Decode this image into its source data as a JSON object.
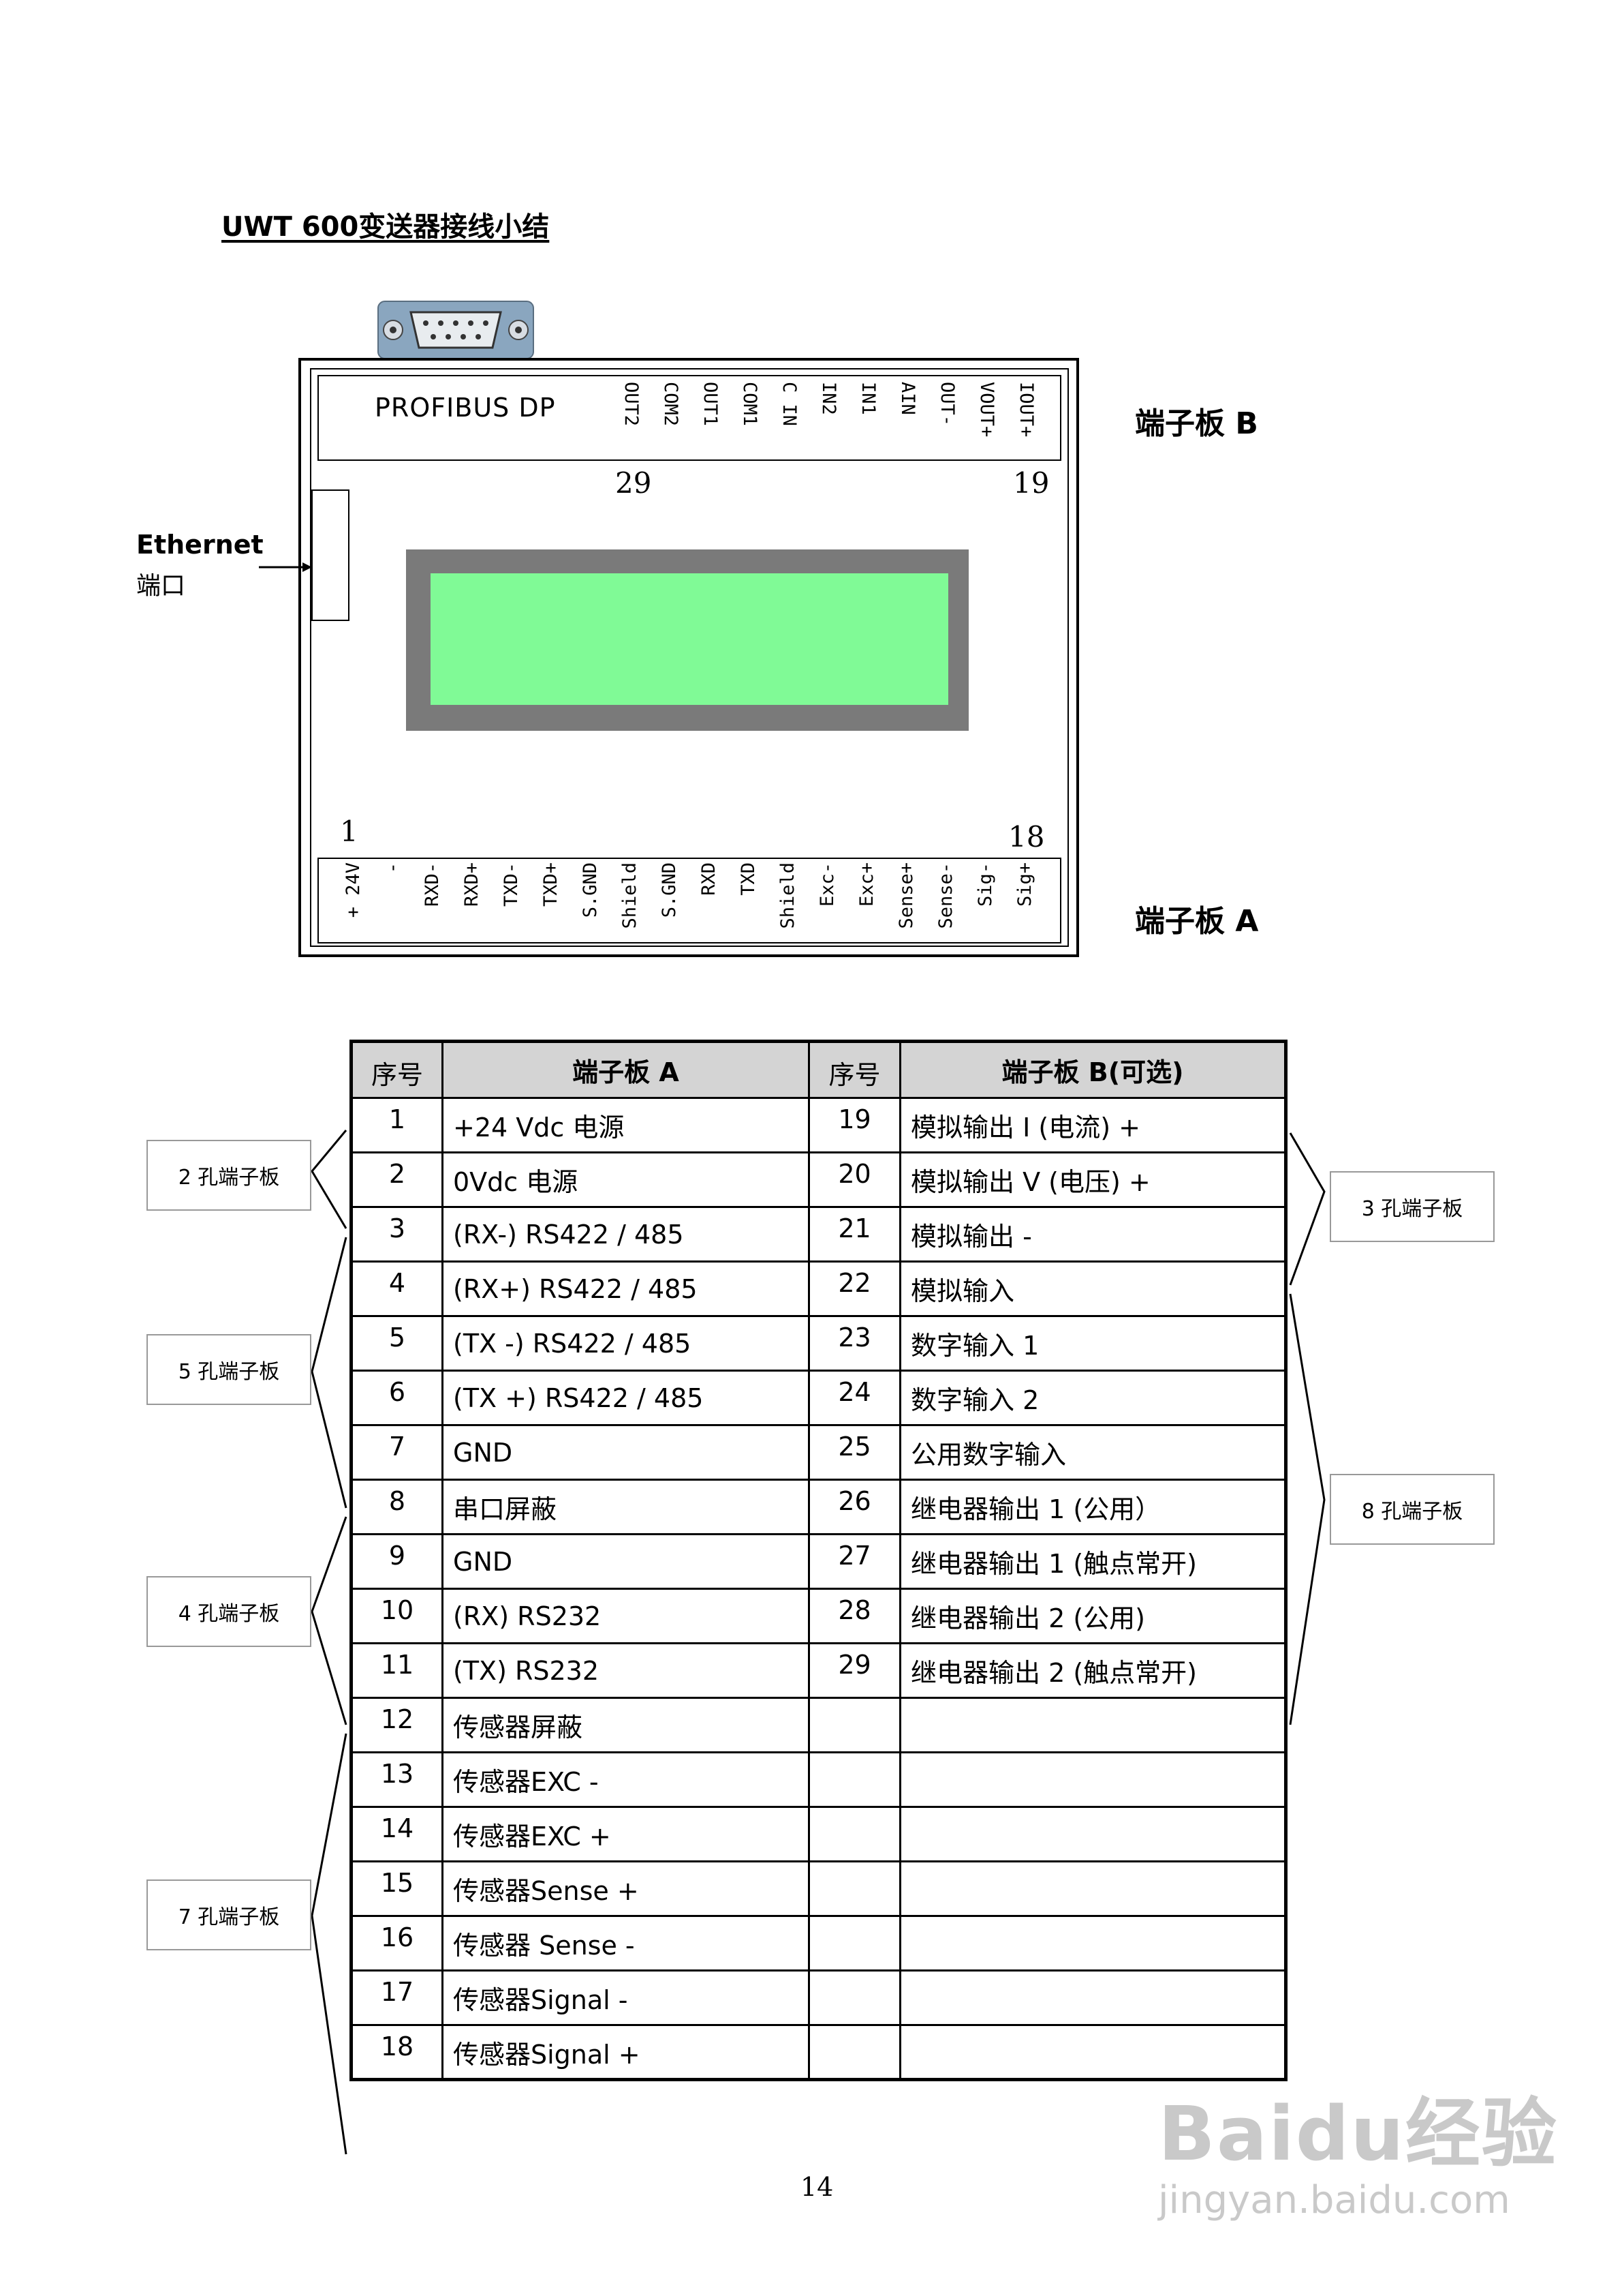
{
  "title": "UWT 600变送器接线小结",
  "device": {
    "profibus_label": "PROFIBUS DP",
    "board_b_pins": [
      "OUT2",
      "COM2",
      "OUT1",
      "COM1",
      "C IN",
      "IN2",
      "IN1",
      "AIN",
      "OUT-",
      "VOUT+",
      "IOUT+"
    ],
    "board_b_left_number": "29",
    "board_b_right_number": "19",
    "board_a_pins": [
      "+ 24V",
      "-",
      "RXD-",
      "RXD+",
      "TXD-",
      "TXD+",
      "S.GND",
      "Shield",
      "S.GND",
      "RXD",
      "TXD",
      "Shield",
      "Exc-",
      "Exc+",
      "Sense+",
      "Sense-",
      "Sig-",
      "Sig+"
    ],
    "board_a_left_number": "1",
    "board_a_right_number": "18",
    "ethernet_label_line1": "Ethernet",
    "ethernet_label_line2": "端口",
    "board_b_label": "端子板 B",
    "board_a_label": "端子板 A",
    "lcd_color": "#80fa96",
    "lcd_frame_color": "#7a7a7a"
  },
  "table": {
    "headers": {
      "num_a": "序号",
      "board_a": "端子板 A",
      "num_b": "序号",
      "board_b": "端子板 B(可选)"
    },
    "rows": [
      {
        "num_a": "1",
        "desc_a": "+24 Vdc   电源",
        "num_b": "19",
        "desc_b": "模拟输出 I (电流) +"
      },
      {
        "num_a": "2",
        "desc_a": "0Vdc        电源",
        "num_b": "20",
        "desc_b": "模拟输出 V (电压) +"
      },
      {
        "num_a": "3",
        "desc_a": "(RX-) RS422 / 485",
        "num_b": "21",
        "desc_b": "模拟输出  -"
      },
      {
        "num_a": "4",
        "desc_a": "(RX+) RS422 / 485",
        "num_b": "22",
        "desc_b": "模拟输入"
      },
      {
        "num_a": "5",
        "desc_a": "(TX -) RS422 / 485",
        "num_b": "23",
        "desc_b": "数字输入 1"
      },
      {
        "num_a": "6",
        "desc_a": "(TX +) RS422 / 485",
        "num_b": "24",
        "desc_b": "数字输入 2"
      },
      {
        "num_a": "7",
        "desc_a": "GND",
        "num_b": "25",
        "desc_b": "公用数字输入"
      },
      {
        "num_a": "8",
        "desc_a": "串口屏蔽",
        "num_b": "26",
        "desc_b": "继电器输出 1 (公用）"
      },
      {
        "num_a": "9",
        "desc_a": "GND",
        "num_b": "27",
        "desc_b": "继电器输出 1 (触点常开)"
      },
      {
        "num_a": "10",
        "desc_a": "(RX) RS232",
        "num_b": "28",
        "desc_b": "继电器输出 2 (公用)"
      },
      {
        "num_a": "11",
        "desc_a": "(TX) RS232",
        "num_b": "29",
        "desc_b": "继电器输出 2 (触点常开)"
      },
      {
        "num_a": "12",
        "desc_a": "传感器屏蔽",
        "num_b": "",
        "desc_b": ""
      },
      {
        "num_a": "13",
        "desc_a": "传感器EXC  -",
        "num_b": "",
        "desc_b": ""
      },
      {
        "num_a": "14",
        "desc_a": "传感器EXC  +",
        "num_b": "",
        "desc_b": ""
      },
      {
        "num_a": "15",
        "desc_a": "传感器Sense +",
        "num_b": "",
        "desc_b": ""
      },
      {
        "num_a": "16",
        "desc_a": "传感器 Sense -",
        "num_b": "",
        "desc_b": ""
      },
      {
        "num_a": "17",
        "desc_a": "传感器Signal -",
        "num_b": "",
        "desc_b": ""
      },
      {
        "num_a": "18",
        "desc_a": "传感器Signal +",
        "num_b": "",
        "desc_b": ""
      }
    ]
  },
  "groups": {
    "left": [
      "2 孔端子板",
      "5 孔端子板",
      "4 孔端子板",
      "7 孔端子板"
    ],
    "right": [
      "3 孔端子板",
      "8 孔端子板"
    ]
  },
  "page_number": "14",
  "watermark": {
    "logo": "Baidu经验",
    "url": "jingyan.baidu.com"
  }
}
